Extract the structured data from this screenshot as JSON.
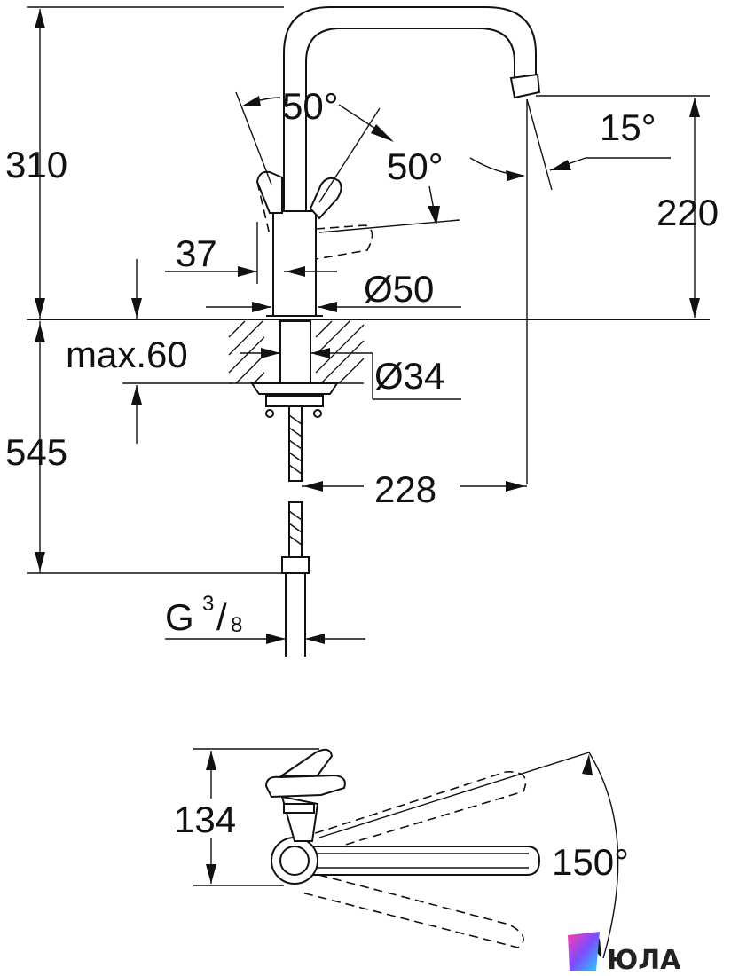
{
  "dimensions": {
    "d310": "310",
    "d545": "545",
    "d220": "220",
    "d228": "228",
    "d37": "37",
    "d134": "134",
    "dia50": "Ø50",
    "dia34": "Ø34",
    "max60": "max.60",
    "thread_g": "G",
    "thread_num": "3",
    "thread_slash": "/",
    "thread_den": "8",
    "angle_lever_left": "50°",
    "angle_lever_right": "50°",
    "angle_spout": "15°",
    "angle_swivel": "150°"
  },
  "logo": {
    "text": "ЮЛА",
    "colors": [
      "#ff3ea5",
      "#7b4dff",
      "#21d4fd"
    ]
  }
}
